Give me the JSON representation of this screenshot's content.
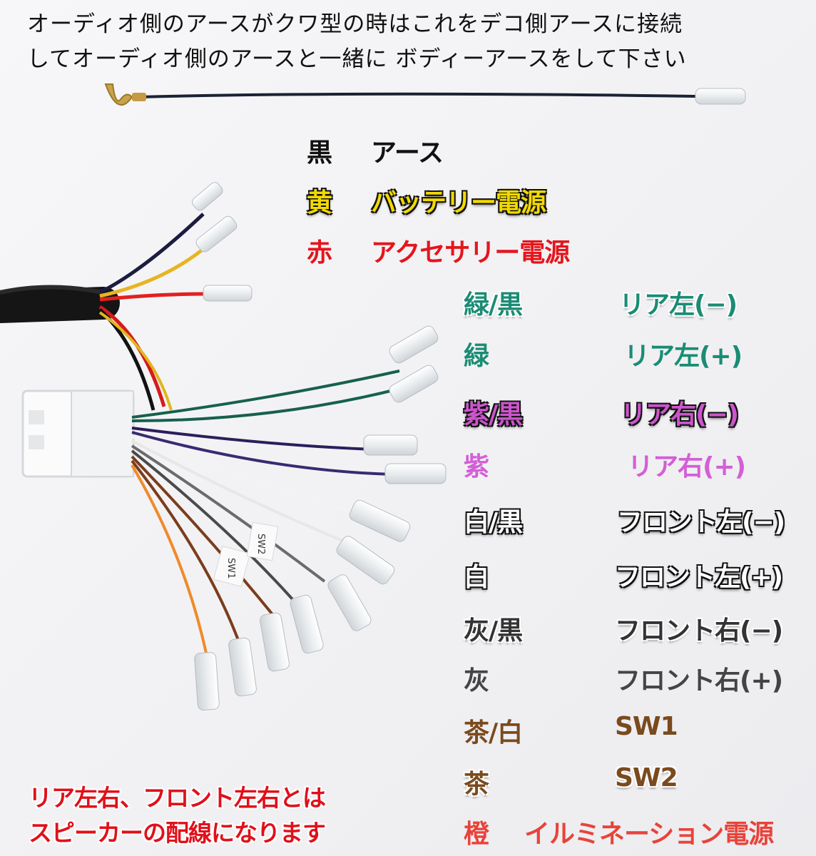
{
  "header": {
    "line1": "オーディオ側のアースがクワ型の時はこれをデコ側アースに接続",
    "line2": "してオーディオ側のアースと一緒に ボディーアースをして下さい"
  },
  "wires": [
    {
      "color_name": "黒",
      "function": "アース",
      "color": "#111111",
      "stroke": "none"
    },
    {
      "color_name": "黄",
      "function": "バッテリー電源",
      "color": "#f2d900",
      "stroke": "black"
    },
    {
      "color_name": "赤",
      "function": "アクセサリー電源",
      "color": "#e5151c",
      "stroke": "none"
    },
    {
      "color_name": "緑/黒",
      "function": "リア左(−)",
      "color": "#1a8c74",
      "stroke": "white"
    },
    {
      "color_name": "緑",
      "function": "リア左(+)",
      "color": "#1a8c74",
      "stroke": "none"
    },
    {
      "color_name": "紫/黒",
      "function": "リア右(−)",
      "color": "#cc55cc",
      "stroke": "black"
    },
    {
      "color_name": "紫",
      "function": "リア右(+)",
      "color": "#d35fd6",
      "stroke": "none"
    },
    {
      "color_name": "白/黒",
      "function": "フロント左(−)",
      "color": "#ffffff",
      "stroke": "black"
    },
    {
      "color_name": "白",
      "function": "フロント左(+)",
      "color": "#ffffff",
      "stroke": "black"
    },
    {
      "color_name": "灰/黒",
      "function": "フロント右(−)",
      "color": "#333333",
      "stroke": "white"
    },
    {
      "color_name": "灰",
      "function": "フロント右(+)",
      "color": "#444444",
      "stroke": "none"
    },
    {
      "color_name": "茶/白",
      "function": "SW1",
      "color": "#7a4a1e",
      "stroke": "none"
    },
    {
      "color_name": "茶",
      "function": "SW2",
      "color": "#7a4a1e",
      "stroke": "yellow"
    },
    {
      "color_name": "橙",
      "function": "イルミネーション電源",
      "color": "#e8433a",
      "stroke": "none"
    }
  ],
  "connector_text": {
    "a": "SW1",
    "b": "SW2"
  },
  "note": {
    "line1": "リア左右、フロント左右とは",
    "line2": "スピーカーの配線になります"
  }
}
